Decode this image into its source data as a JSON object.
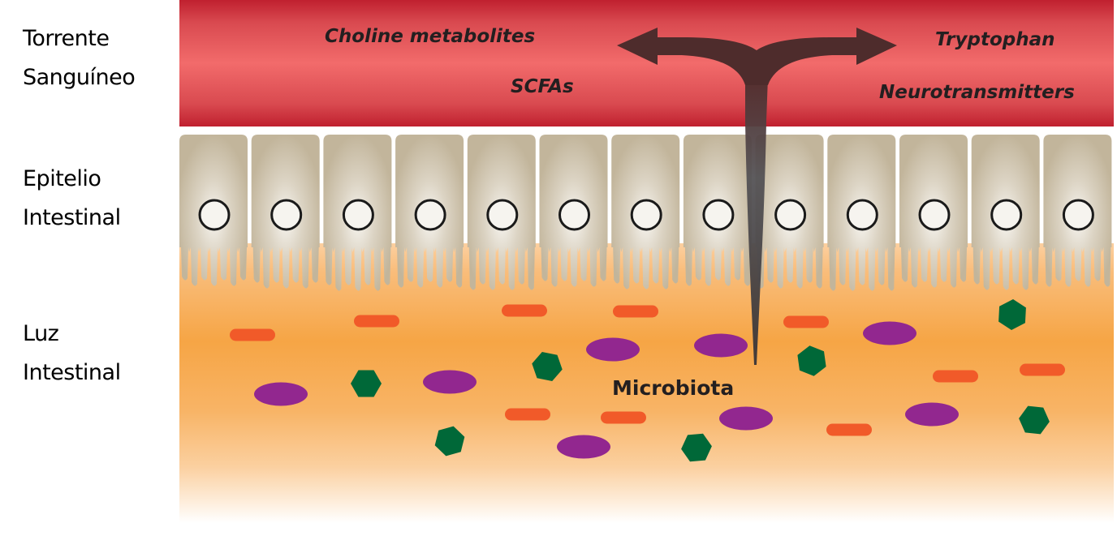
{
  "labels": {
    "blood": {
      "line1": "Torrente",
      "line2": "Sanguíneo"
    },
    "epithelium": {
      "line1": "Epitelio",
      "line2": "Intestinal"
    },
    "lumen": {
      "line1": "Luz",
      "line2": "Intestinal"
    }
  },
  "bloodstream": {
    "metabolites": [
      "Choline metabolites",
      "SCFAs",
      "Tryptophan",
      "Neurotransmitters"
    ]
  },
  "lumen": {
    "title": "Microbiota"
  },
  "epithelium": {
    "cell_count": 13
  },
  "colors": {
    "blood_dark": "#c0202f",
    "blood_light": "#f26b6b",
    "cell": "#c2b59b",
    "cell_center": "#f6f4ef",
    "lumen": "#f6a545",
    "lumen_light": "#fbd2a0",
    "rod_bacteria": "#f15a29",
    "oval_bacteria": "#92278f",
    "hex_bacteria": "#006838",
    "arrow": "#4e2c2c",
    "stem": "#414042"
  }
}
